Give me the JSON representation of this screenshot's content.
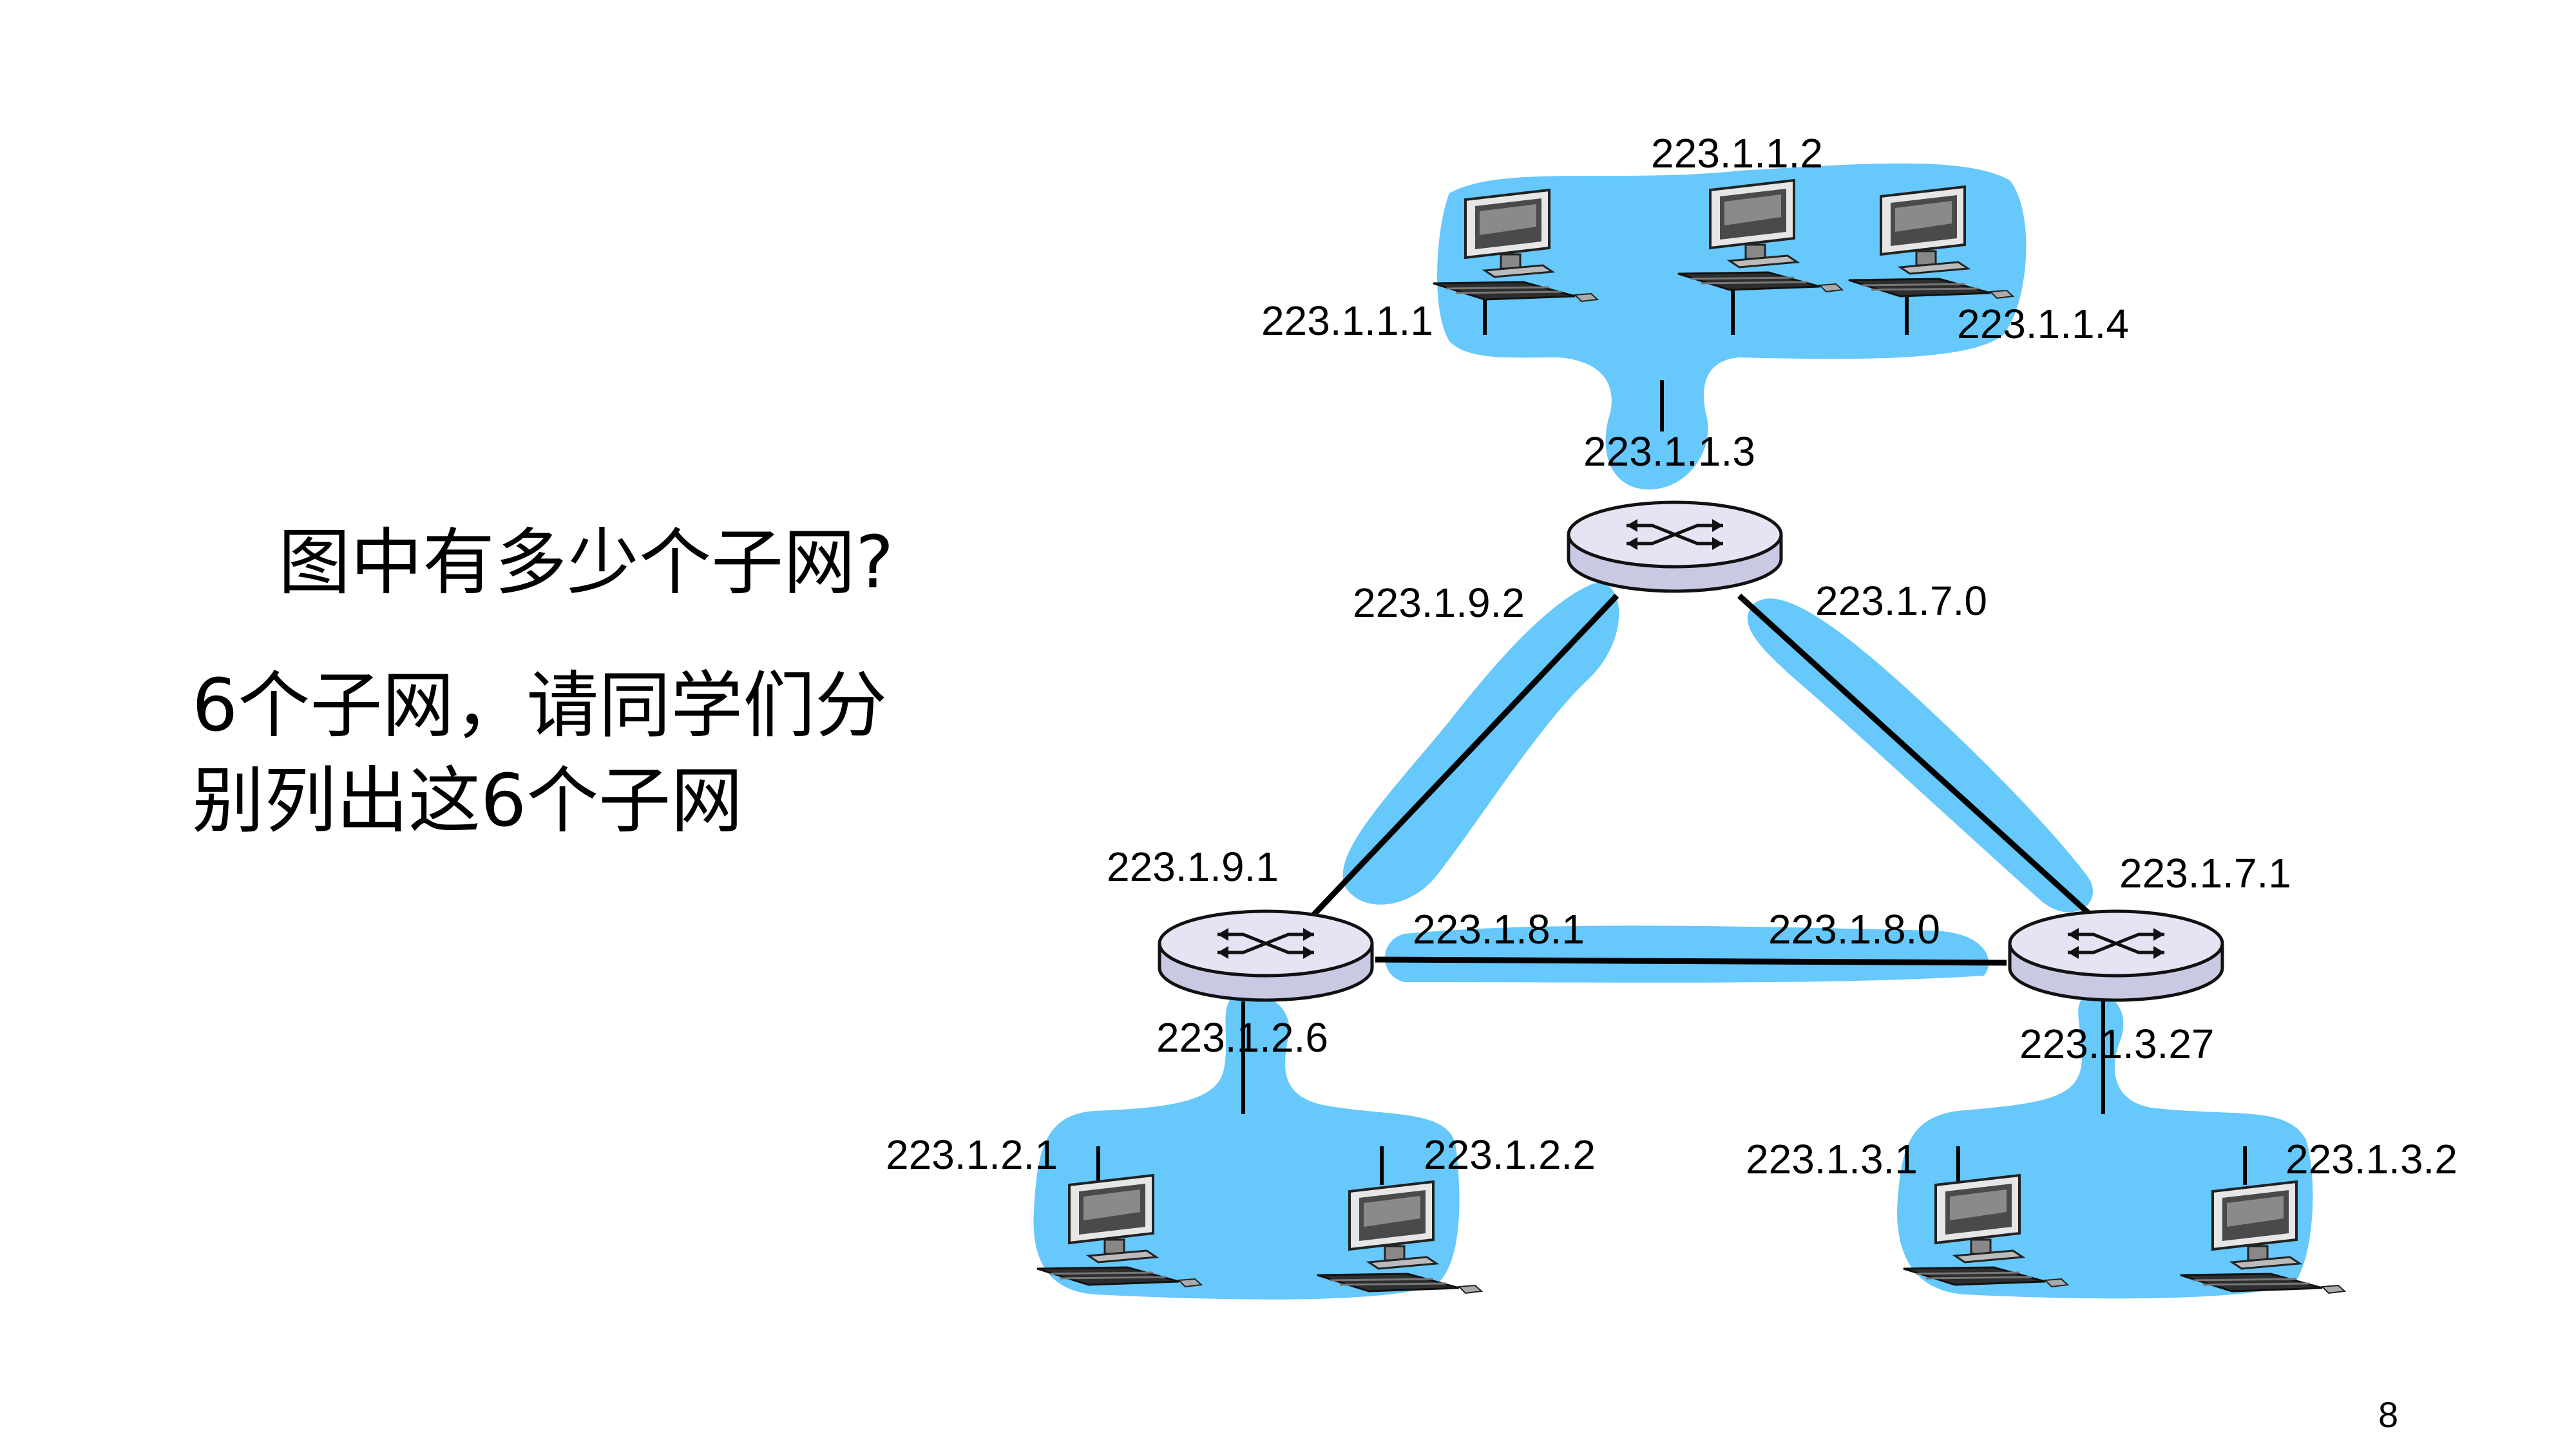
{
  "slide": {
    "question": "图中有多少个子网?",
    "answer_line1": "6个子网，请同学们分",
    "answer_line2": "别列出这6个子网",
    "page_number": "8"
  },
  "colors": {
    "subnet_fill": "#66c8fb",
    "router_fill": "#dcdcf0",
    "link": "#000000"
  },
  "diagram": {
    "addresses": {
      "top_host_left": "223.1.1.1",
      "top_host_mid": "223.1.1.2",
      "top_host_right": "223.1.1.4",
      "top_router": "223.1.1.3",
      "top_router_left": "223.1.9.2",
      "top_router_right": "223.1.7.0",
      "left_router_up": "223.1.9.1",
      "left_router_right": "223.1.8.1",
      "left_router_down": "223.1.2.6",
      "right_router_up": "223.1.7.1",
      "right_router_left": "223.1.8.0",
      "right_router_down": "223.1.3.27",
      "bl_host_left": "223.1.2.1",
      "bl_host_right": "223.1.2.2",
      "br_host_left": "223.1.3.1",
      "br_host_right": "223.1.3.2"
    },
    "icons": {
      "router": "router-icon",
      "computer": "desktop-computer-icon"
    }
  }
}
